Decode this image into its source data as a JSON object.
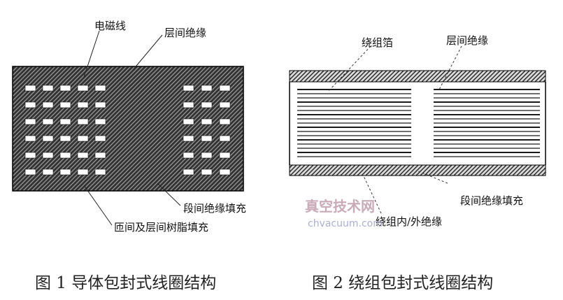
{
  "figure1": {
    "labels": {
      "magnet_wire": "电磁线",
      "interlayer_insulation": "层间绝缘",
      "section_insulation_fill": "段间绝缘填充",
      "turn_layer_resin_fill": "匝间及层间树脂填充"
    },
    "caption": "图 1 导体包封式线圈结构"
  },
  "figure2": {
    "labels": {
      "winding_foil": "绕组箔",
      "interlayer_insulation": "层间绝缘",
      "section_insulation_fill": "段间绝缘填充",
      "winding_inner_outer_insulation": "绕组内/外绝缘"
    },
    "caption": "图 2 绕组包封式线圈结构"
  },
  "watermark": {
    "text_cn": "真空技术网",
    "text_url": "chvacuum.com"
  }
}
